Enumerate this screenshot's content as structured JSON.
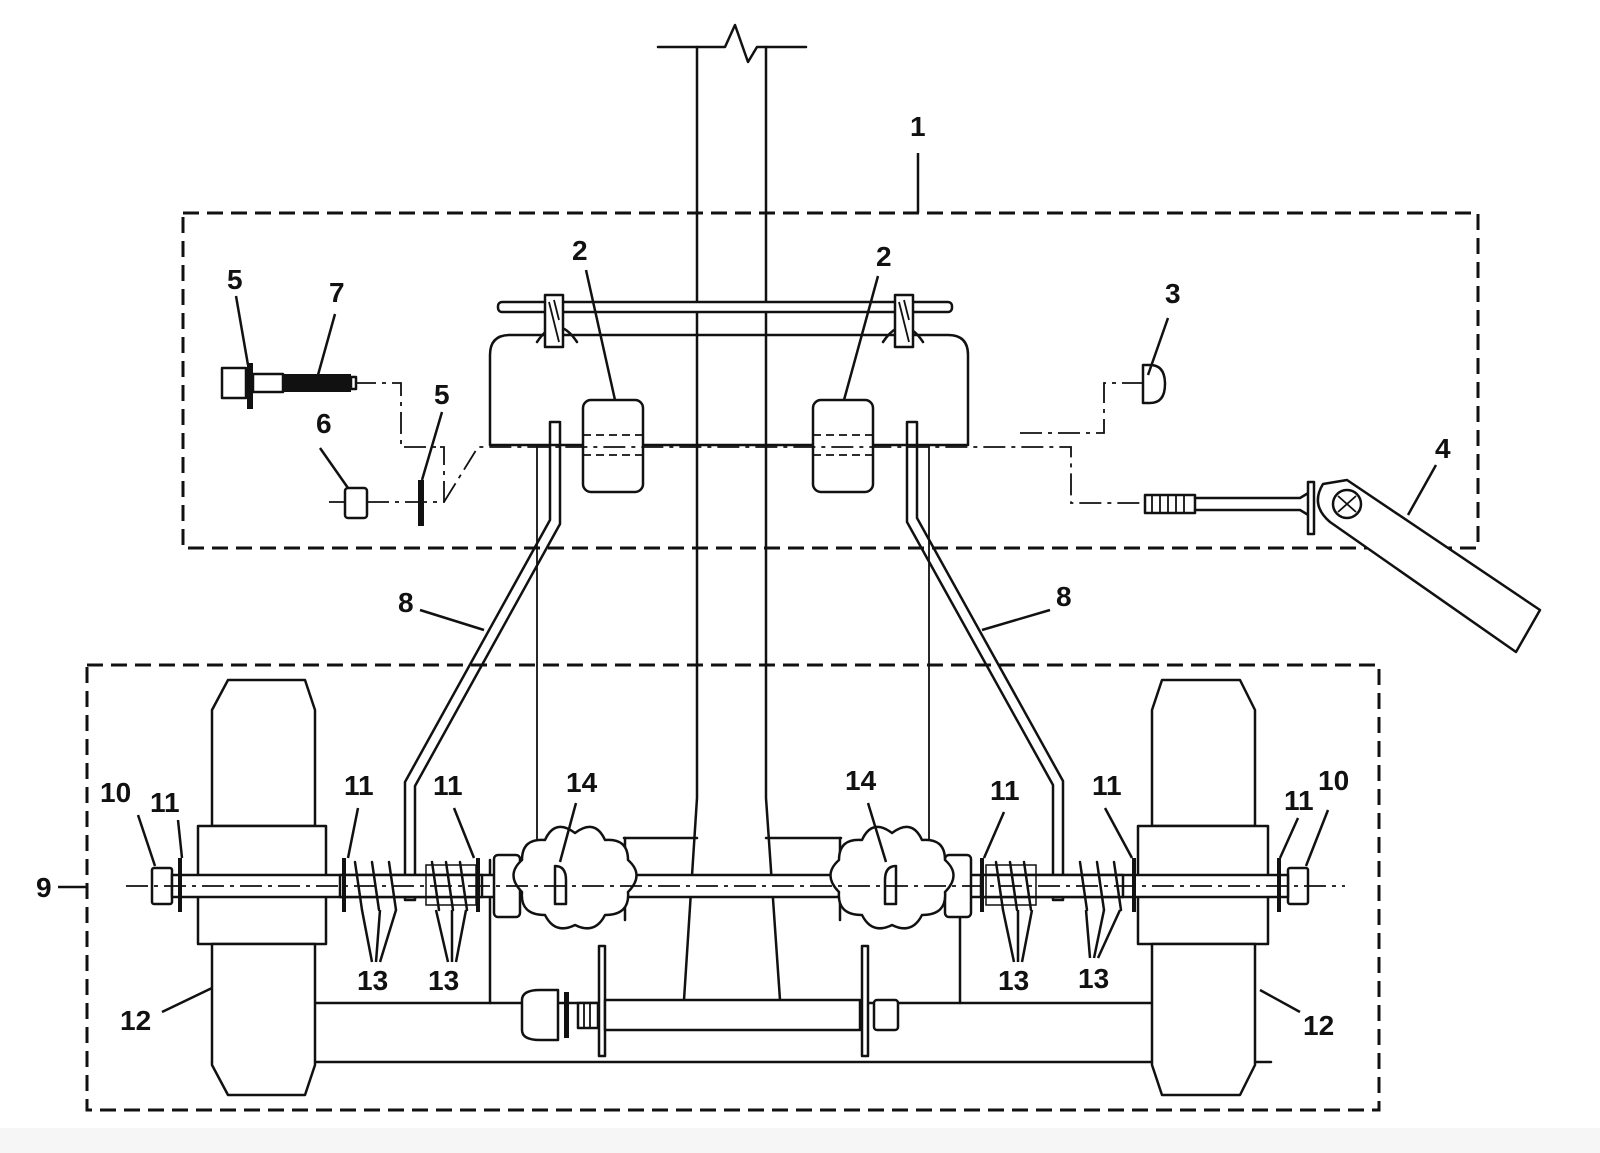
{
  "callouts": [
    {
      "id": "c1",
      "label": "1"
    },
    {
      "id": "c2a",
      "label": "2"
    },
    {
      "id": "c2b",
      "label": "2"
    },
    {
      "id": "c3",
      "label": "3"
    },
    {
      "id": "c4",
      "label": "4"
    },
    {
      "id": "c5a",
      "label": "5"
    },
    {
      "id": "c5b",
      "label": "5"
    },
    {
      "id": "c6",
      "label": "6"
    },
    {
      "id": "c7",
      "label": "7"
    },
    {
      "id": "c8a",
      "label": "8"
    },
    {
      "id": "c8b",
      "label": "8"
    },
    {
      "id": "c9",
      "label": "9"
    },
    {
      "id": "c10a",
      "label": "10"
    },
    {
      "id": "c10b",
      "label": "10"
    },
    {
      "id": "c11a",
      "label": "11"
    },
    {
      "id": "c11b",
      "label": "11"
    },
    {
      "id": "c11c",
      "label": "11"
    },
    {
      "id": "c11d",
      "label": "11"
    },
    {
      "id": "c11e",
      "label": "11"
    },
    {
      "id": "c11f",
      "label": "11"
    },
    {
      "id": "c12a",
      "label": "12"
    },
    {
      "id": "c12b",
      "label": "12"
    },
    {
      "id": "c13a",
      "label": "13"
    },
    {
      "id": "c13b",
      "label": "13"
    },
    {
      "id": "c13c",
      "label": "13"
    },
    {
      "id": "c13d",
      "label": "13"
    },
    {
      "id": "c14a",
      "label": "14"
    },
    {
      "id": "c14b",
      "label": "14"
    }
  ]
}
